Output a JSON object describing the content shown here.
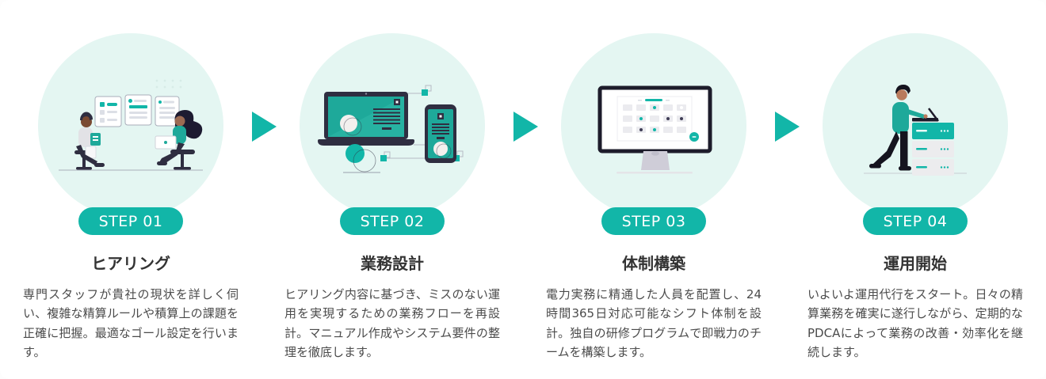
{
  "section": {
    "name": "service-flow-4-steps",
    "arrow_icon": "right-pointing-triangle"
  },
  "colors": {
    "accent_teal": "#12b6a8",
    "circle_background": "#e4f6f2",
    "illustration_teal": "#1ea99a",
    "illustration_navy": "#2f2e41",
    "title_text": "#333333",
    "body_text": "#4b4b4b",
    "page_background": "#ffffff"
  },
  "steps": [
    {
      "badge": "STEP 01",
      "title": "ヒアリング",
      "description": "専門スタッフが貴社の現状を詳しく伺い、複雑な精算ルールや積算上の課題を正確に把握。最適なゴール設定を行います。",
      "illustration": "hearing-interview-illustration"
    },
    {
      "badge": "STEP 02",
      "title": "業務設計",
      "description": "ヒアリング内容に基づき、ミスのない運用を実現するための業務フローを再設計。マニュアル作成やシステム要件の整理を徹底します。",
      "illustration": "laptop-smartphone-workflow-illustration"
    },
    {
      "badge": "STEP 03",
      "title": "体制構築",
      "description": "電力実務に精通した人員を配置し、24時間365日対応可能なシフト体制を設計。独自の研修プログラムで即戦力のチームを構築します。",
      "illustration": "monitor-shift-schedule-illustration"
    },
    {
      "badge": "STEP 04",
      "title": "運用開始",
      "description": "いよいよ運用代行をスタート。日々の精算業務を確実に遂行しながら、定期的なPDCAによって業務の改善・効率化を継続します。",
      "illustration": "operator-at-machine-illustration"
    }
  ]
}
